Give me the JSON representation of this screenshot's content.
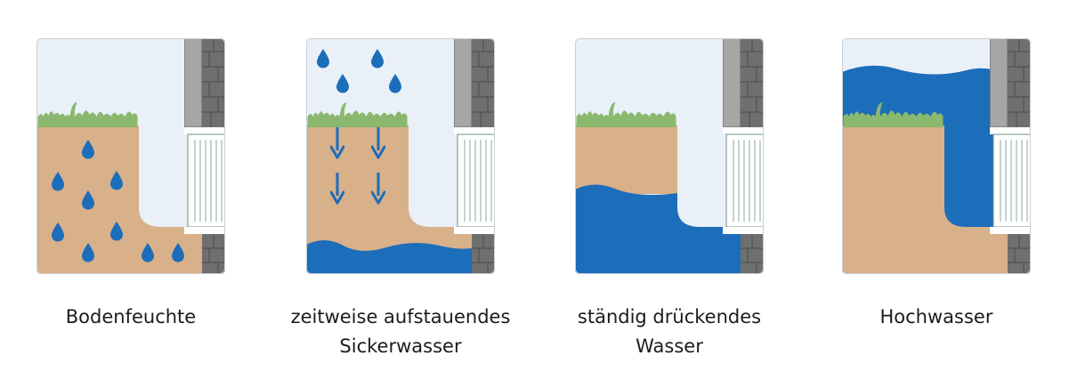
{
  "colors": {
    "sky": "#e9f0f8",
    "soil": "#d8b08a",
    "grass": "#8ab86e",
    "water": "#1c6dba",
    "drop": "#1c6dba",
    "wall": "#a6a6a6",
    "brick": "#6f6f6f",
    "outline": "#1e4e47"
  },
  "icons": [
    "water-drop-icon",
    "down-arrow-icon",
    "grass-icon",
    "brick-wall-icon",
    "window-grille-icon"
  ],
  "panels": [
    {
      "id": "bodenfeuchte",
      "caption": "Bodenfeuchte"
    },
    {
      "id": "sickerwasser",
      "caption": "zeitweise aufstauendes\nSickerwasser"
    },
    {
      "id": "drueckendes-wasser",
      "caption": "ständig drückendes\nWasser"
    },
    {
      "id": "hochwasser",
      "caption": "Hochwasser"
    }
  ]
}
